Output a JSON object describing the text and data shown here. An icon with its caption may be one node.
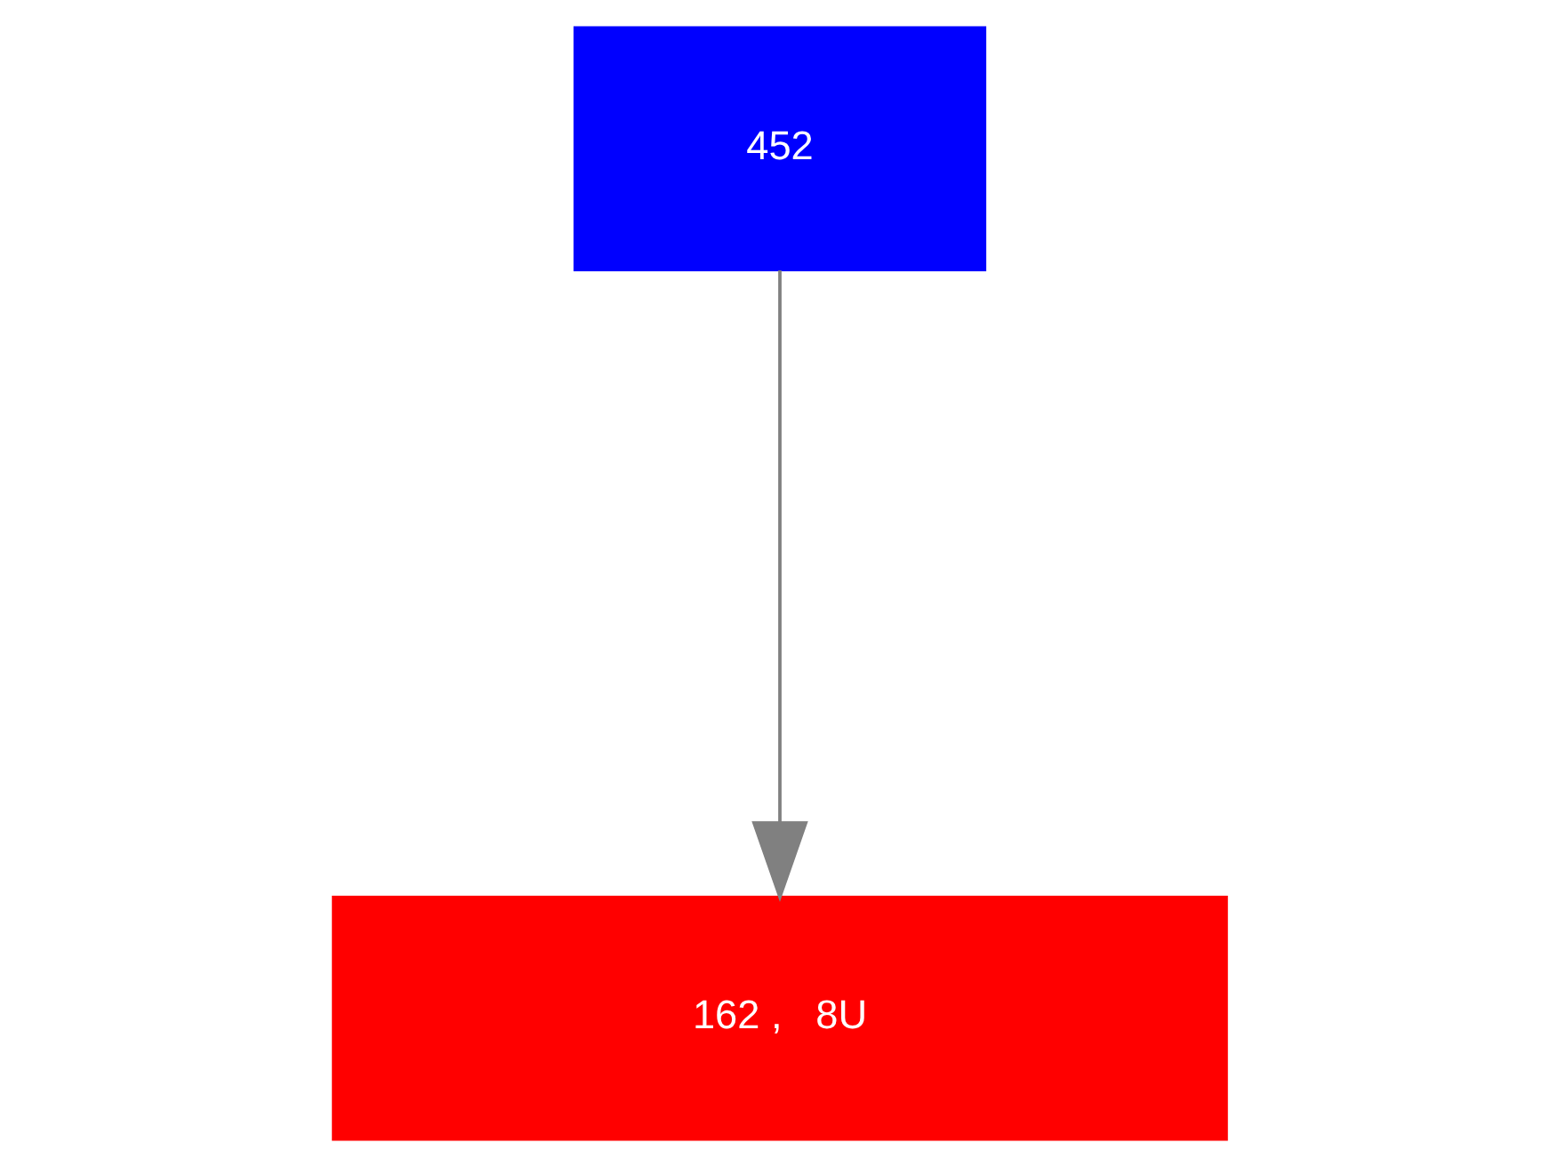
{
  "diagram": {
    "nodes": [
      {
        "text": [
          "452"
        ]
      },
      {
        "text": [
          "162 ,   8U"
        ]
      }
    ],
    "edges": [
      {
        "from": 0,
        "to": 1,
        "arrow": "to",
        "color": "#808080"
      }
    ]
  }
}
